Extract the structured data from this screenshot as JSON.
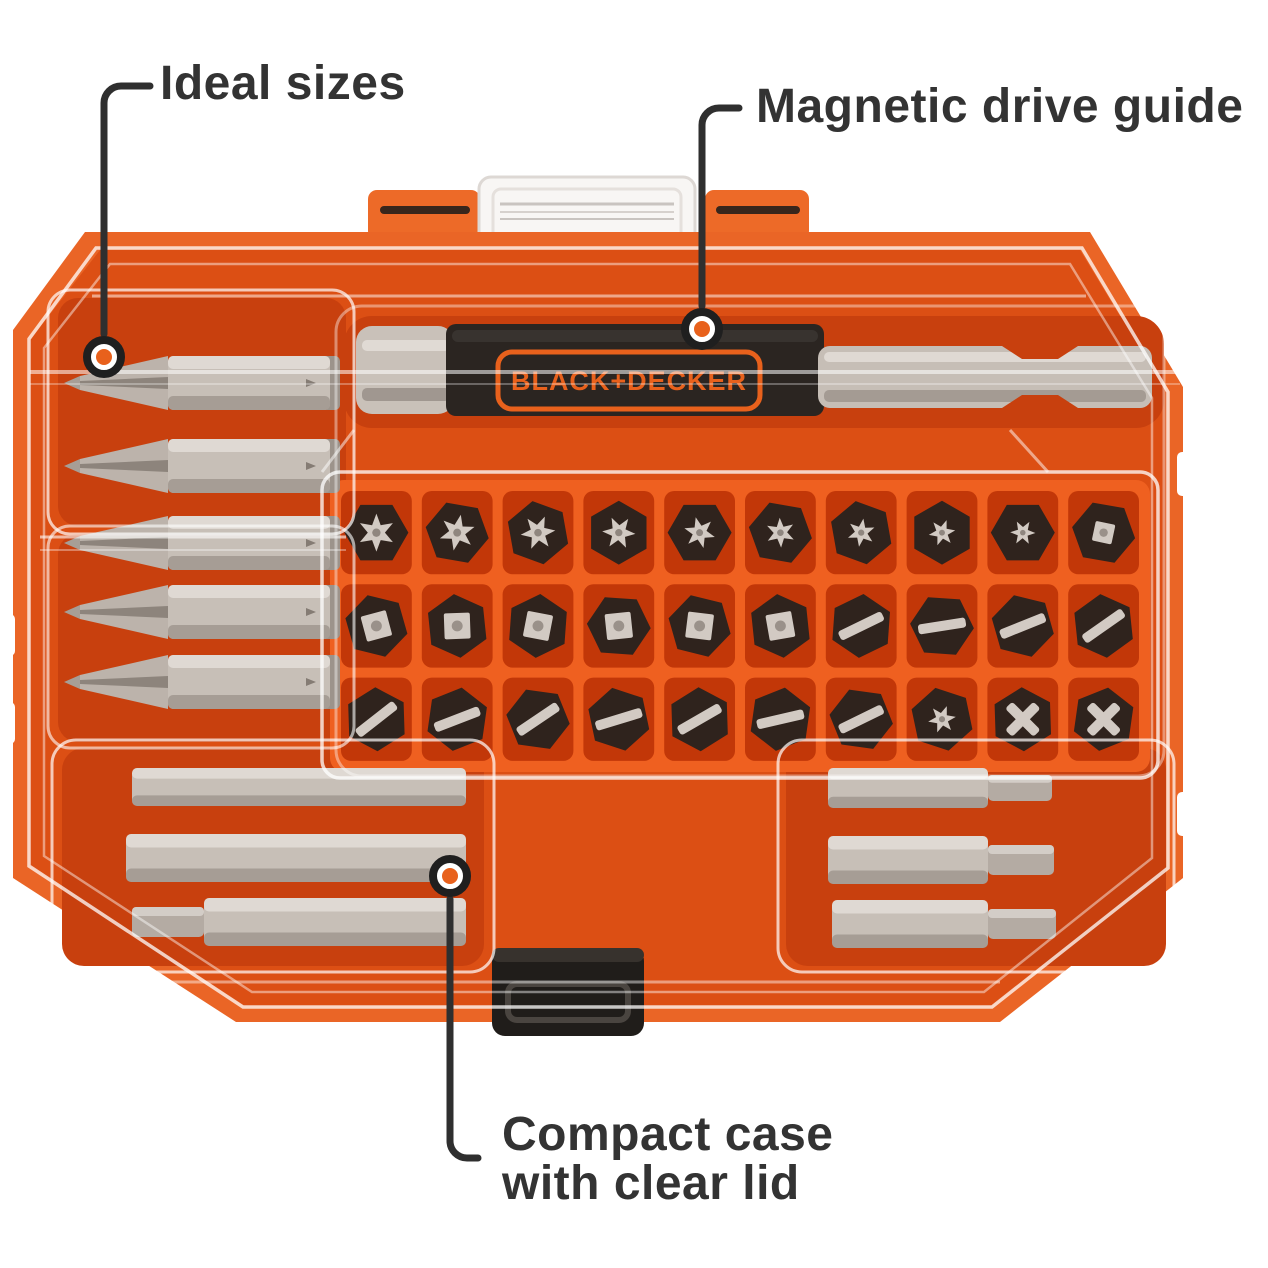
{
  "annotations": {
    "ideal_sizes": "Ideal sizes",
    "magnetic_drive_guide": "Magnetic drive guide",
    "compact_case_line1": "Compact case",
    "compact_case_line2": "with clear lid"
  },
  "product": {
    "brand": "BLACK+DECKER"
  },
  "colors": {
    "annotation_text": "#333333",
    "callout_line": "#2f2f2f",
    "marker_ring": "#1f1f1f",
    "marker_center": "#e8611c",
    "case_body": "#ea6526",
    "case_face": "#dc4f14",
    "well": "#c8400e",
    "lattice": "#ef6020",
    "cell": "#c23708",
    "bit_dark": "#2f231d",
    "glyph_silver": "#d2cac3",
    "steel": "#c7bfb7",
    "steel_light": "#dfd9d3",
    "steel_dark": "#a69d95",
    "grip_black": "#2b2521",
    "brand_orange": "#e8611c",
    "lid_line": "rgba(255,255,255,0.75)"
  },
  "bit_grid": {
    "rows": [
      [
        "torx",
        "torx",
        "torx",
        "torx",
        "torx",
        "torx",
        "torx",
        "torx",
        "torx",
        "square"
      ],
      [
        "square",
        "square",
        "square",
        "square",
        "square",
        "square",
        "slot",
        "slot",
        "slot",
        "slot"
      ],
      [
        "slot",
        "slot",
        "slot",
        "slot",
        "slot",
        "slot",
        "slot",
        "torx",
        "phillips",
        "phillips"
      ]
    ]
  },
  "side_bits": {
    "left_phillips_count": 5,
    "bottom_left_hex_count": 3,
    "bottom_right_hex_count": 3
  }
}
